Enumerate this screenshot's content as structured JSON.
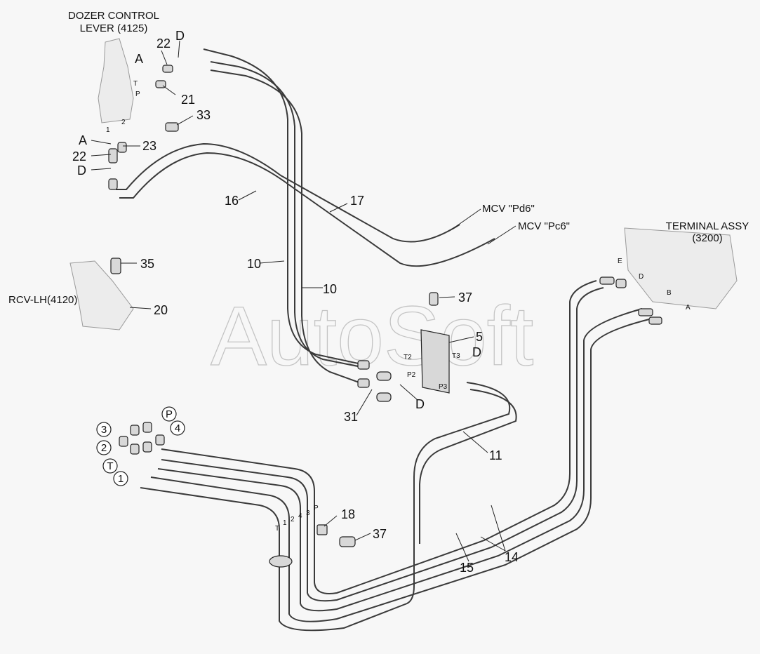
{
  "labels": {
    "dozer_control_line1": "DOZER CONTROL",
    "dozer_control_line2": "LEVER (4125)",
    "rcv_lh": "RCV-LH(4120)",
    "terminal_line1": "TERMINAL ASSY",
    "terminal_line2": "(3200)",
    "mcv_pd6": "MCV \"Pd6\"",
    "mcv_pc6": "MCV \"Pc6\"",
    "watermark": "AutoSoft"
  },
  "parts": {
    "p22": "22",
    "p21": "21",
    "p33": "33",
    "p23": "23",
    "p16": "16",
    "p17": "17",
    "p10a": "10",
    "p10b": "10",
    "p35": "35",
    "p20": "20",
    "p37a": "37",
    "p37b": "37",
    "p5": "5",
    "p31": "31",
    "p11": "11",
    "p18": "18",
    "p15": "15",
    "p14": "14"
  },
  "letters": {
    "A1": "A",
    "A2": "A",
    "D1": "D",
    "D2": "D",
    "D3": "D",
    "D4": "D",
    "i22": "22"
  },
  "ports": {
    "T": "T",
    "P": "P",
    "one": "1",
    "two": "2",
    "T2": "T2",
    "T3": "T3",
    "P2": "P2",
    "P3": "P3",
    "E": "E",
    "Dp": "D",
    "B": "B",
    "Ap": "A",
    "hT": "T",
    "h1": "1",
    "h2": "2",
    "h4": "4",
    "h3": "3",
    "hP": "P"
  },
  "callouts": {
    "c3": "3",
    "c2": "2",
    "cT": "T",
    "c1": "1",
    "cP": "P",
    "c4": "4"
  }
}
